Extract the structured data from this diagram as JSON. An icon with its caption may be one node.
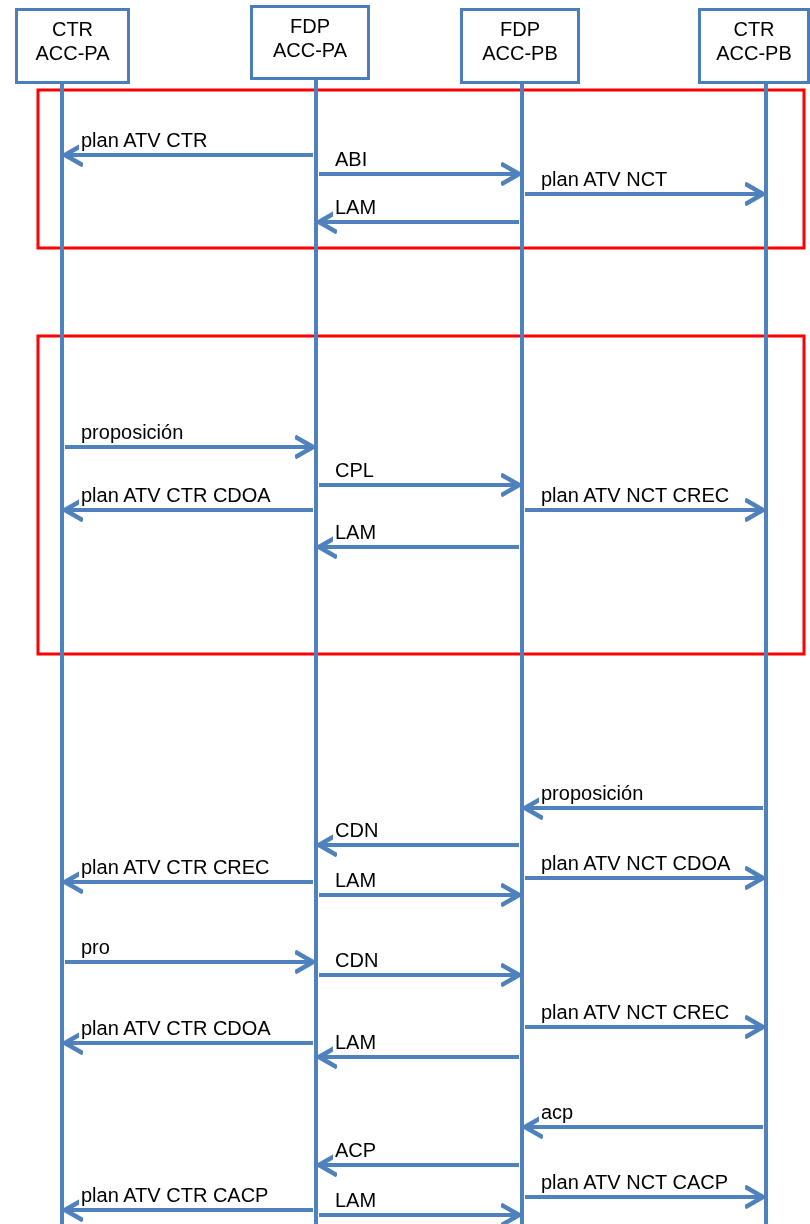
{
  "diagram": {
    "nodes": [
      {
        "text": [
          "CTR ACC-PA"
        ]
      },
      {
        "text": [
          "FDP ACC-PA"
        ]
      },
      {
        "text": [
          "FDP ACC-PB"
        ]
      },
      {
        "text": [
          "CTR ACC-PB"
        ]
      }
    ],
    "edges": [
      {
        "from": 1,
        "to": 0,
        "arrow": "to",
        "label": "plan ATV CTR"
      },
      {
        "from": 1,
        "to": 2,
        "arrow": "to",
        "label": "ABI"
      },
      {
        "from": 2,
        "to": 3,
        "arrow": "to",
        "label": "plan ATV NCT"
      },
      {
        "from": 2,
        "to": 1,
        "arrow": "to",
        "label": "LAM"
      },
      {
        "from": 0,
        "to": 1,
        "arrow": "to",
        "label": "proposición"
      },
      {
        "from": 1,
        "to": 2,
        "arrow": "to",
        "label": "CPL"
      },
      {
        "from": 1,
        "to": 0,
        "arrow": "to",
        "label": "plan ATV CTR CDOA"
      },
      {
        "from": 2,
        "to": 3,
        "arrow": "to",
        "label": "plan ATV NCT CREC"
      },
      {
        "from": 2,
        "to": 1,
        "arrow": "to",
        "label": "LAM"
      },
      {
        "from": 3,
        "to": 2,
        "arrow": "to",
        "label": "proposición"
      },
      {
        "from": 2,
        "to": 1,
        "arrow": "to",
        "label": "CDN"
      },
      {
        "from": 1,
        "to": 0,
        "arrow": "to",
        "label": "plan ATV CTR CREC"
      },
      {
        "from": 2,
        "to": 3,
        "arrow": "to",
        "label": "plan ATV NCT CDOA"
      },
      {
        "from": 1,
        "to": 2,
        "arrow": "to",
        "label": "LAM"
      },
      {
        "from": 0,
        "to": 1,
        "arrow": "to",
        "label": "pro"
      },
      {
        "from": 1,
        "to": 2,
        "arrow": "to",
        "label": "CDN"
      },
      {
        "from": 2,
        "to": 3,
        "arrow": "to",
        "label": "plan ATV NCT CREC"
      },
      {
        "from": 1,
        "to": 0,
        "arrow": "to",
        "label": "plan ATV CTR CDOA"
      },
      {
        "from": 2,
        "to": 1,
        "arrow": "to",
        "label": "LAM"
      },
      {
        "from": 3,
        "to": 2,
        "arrow": "to",
        "label": "acp"
      },
      {
        "from": 2,
        "to": 1,
        "arrow": "to",
        "label": "ACP"
      },
      {
        "from": 1,
        "to": 0,
        "arrow": "to",
        "label": "plan ATV CTR CACP"
      },
      {
        "from": 2,
        "to": 3,
        "arrow": "to",
        "label": "plan ATV NCT CACP"
      },
      {
        "from": 1,
        "to": 2,
        "arrow": "to",
        "label": "LAM"
      }
    ]
  }
}
